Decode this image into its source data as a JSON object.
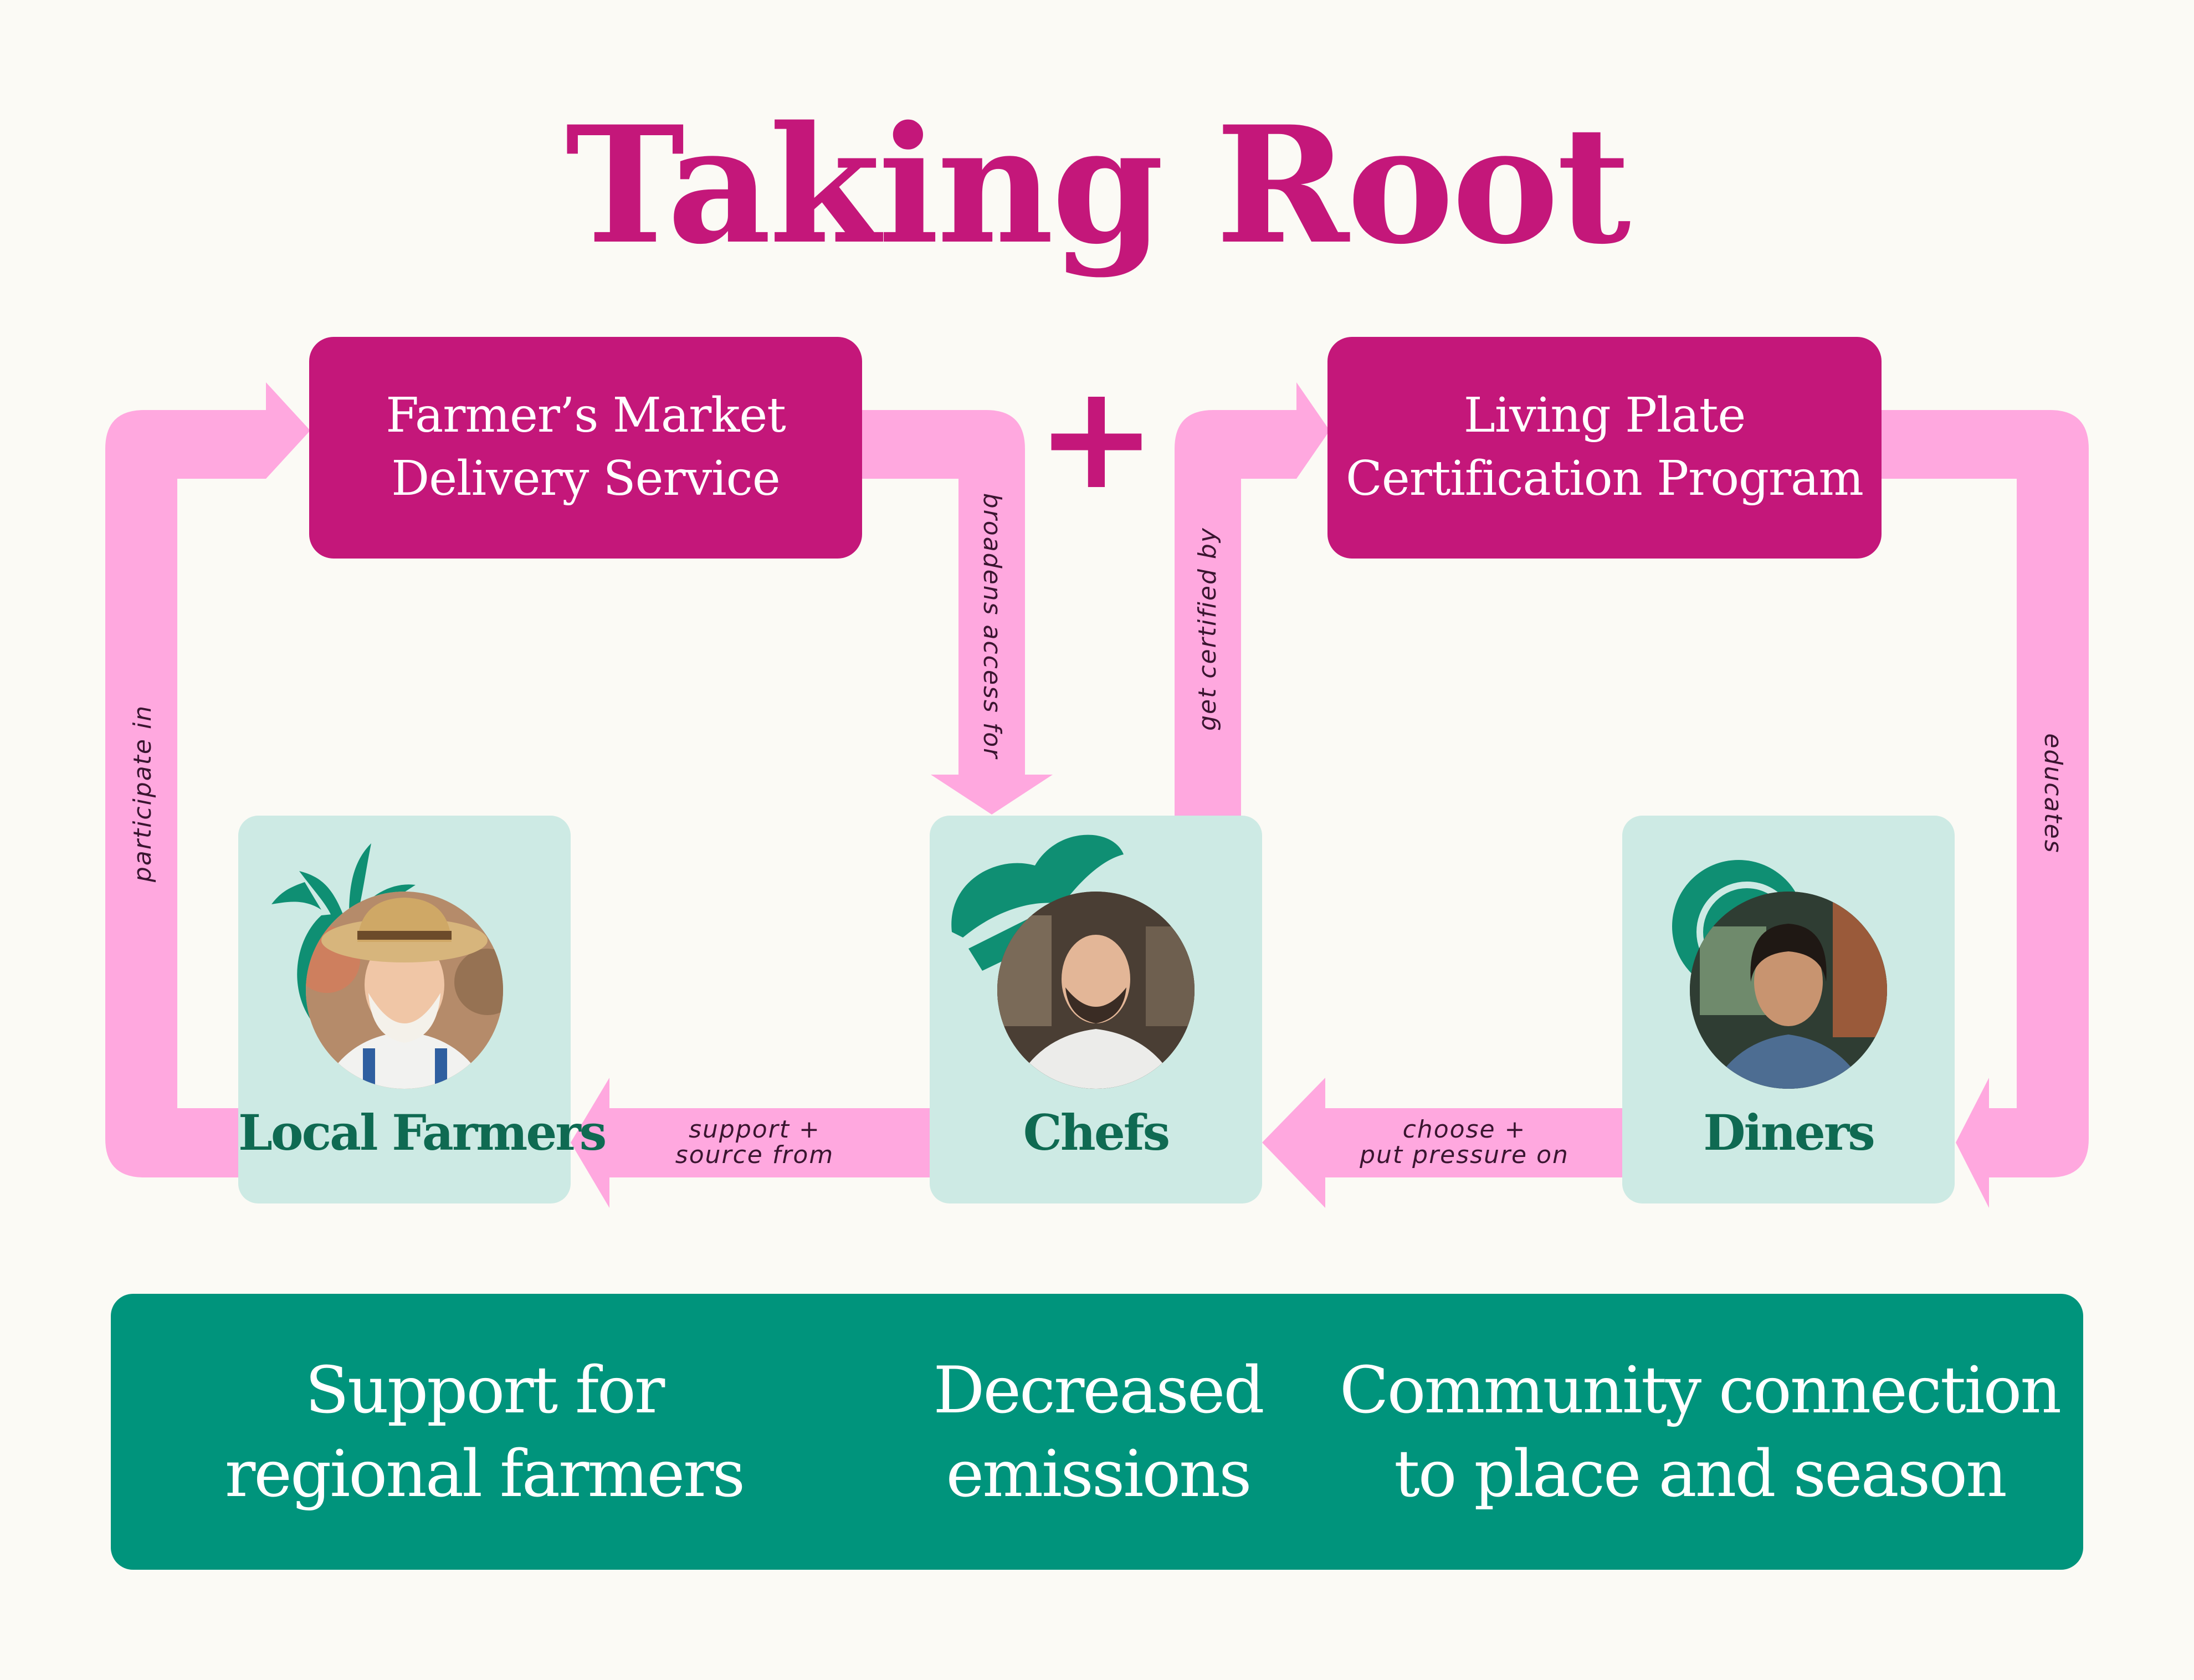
{
  "title": "Taking Root",
  "programs": {
    "delivery": {
      "line1": "Farmer’s Market",
      "line2": "Delivery Service"
    },
    "plus": "+",
    "certification": {
      "line1": "Living Plate",
      "line2": "Certification Program"
    }
  },
  "roles": {
    "farmers": {
      "label": "Local Farmers",
      "accent_icon": "turnip-icon",
      "photo": "farmer-photo"
    },
    "chefs": {
      "label": "Chefs",
      "accent_icon": "chef-hat-icon",
      "photo": "chef-photo"
    },
    "diners": {
      "label": "Diners",
      "accent_icon": "plate-icon",
      "photo": "diner-photo"
    }
  },
  "relations": {
    "participate_in": "participate in",
    "broadens_access_for": "broadens access for",
    "get_certified_by": "get certified by",
    "educates": "educates",
    "support_source_from": {
      "line1": "support +",
      "line2": "source from"
    },
    "choose_put_pressure_on": {
      "line1": "choose +",
      "line2": "put pressure on"
    }
  },
  "outcomes": [
    {
      "line1": "Support for",
      "line2": "regional farmers"
    },
    {
      "line1": "Decreased",
      "line2": "emissions"
    },
    {
      "line1": "Community connection",
      "line2": "to place and season"
    }
  ],
  "colors": {
    "magenta": "#c4177a",
    "arrow_pink": "#ffa8df",
    "card_mint": "#cdeae4",
    "green": "#00947c",
    "dark_green": "#0f6a52",
    "background": "#fbfaf5"
  }
}
